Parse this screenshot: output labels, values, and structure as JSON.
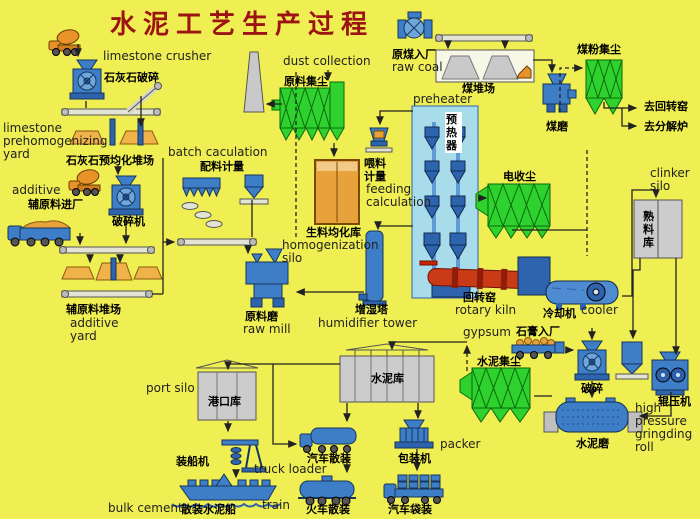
{
  "title": "水泥工艺生产过程",
  "colors": {
    "background": "#EFEE52",
    "title_red": "#9B1313",
    "machine_blue": "#3E7EC6",
    "filter_green": "#2FD12F",
    "silo_orange": "#E8A23C",
    "kiln_red": "#C93A17",
    "silo_gray": "#CCCCCC"
  },
  "nodes": {
    "limestone_crusher": {
      "en": "limestone crusher",
      "cn": "石灰石破碎"
    },
    "limestone_yard": {
      "en": "limestone prehomogenizing yard",
      "cn": "石灰石预均化堆场"
    },
    "additive": {
      "en": "additive",
      "cn": "辅原料进厂"
    },
    "crusher_machine": {
      "cn": "破碎机"
    },
    "additive_yard": {
      "en": "additive yard",
      "cn": "辅原料堆场"
    },
    "batch": {
      "en": "batch caculation",
      "cn": "配料计量"
    },
    "dust_collection": {
      "en": "dust collection",
      "cn": "原料集尘"
    },
    "raw_coal": {
      "en": "raw coal",
      "cn": "原煤入厂"
    },
    "coal_yard": {
      "cn": "煤堆场"
    },
    "coal_dust": {
      "cn": "煤粉集尘"
    },
    "coal_mill": {
      "cn": "煤磨"
    },
    "to_rotary_kiln": {
      "cn": "去回转窑"
    },
    "to_calciner": {
      "cn": "去分解炉"
    },
    "feeding": {
      "en": "feeding calculation",
      "cn": "喂料计量"
    },
    "homogenization_silo": {
      "en": "homogenization silo",
      "cn": "生料均化库"
    },
    "raw_mill": {
      "en": "raw mill",
      "cn": "原料磨"
    },
    "humidifier": {
      "en": "humidifier tower",
      "cn": "增湿塔"
    },
    "preheater": {
      "en": "preheater",
      "cn": "预热器"
    },
    "ep": {
      "cn": "电收尘"
    },
    "clinker_silo": {
      "en": "clinker silo",
      "cn": "熟料库"
    },
    "rotary_kiln": {
      "en": "rotary kiln",
      "cn": "回转窑"
    },
    "cooler": {
      "en": "cooler",
      "cn": "冷却机"
    },
    "gypsum": {
      "en": "gypsum",
      "cn": "石膏入厂"
    },
    "cement_dust": {
      "cn": "水泥集尘"
    },
    "cement_silo": {
      "cn": "水泥库"
    },
    "crushing": {
      "cn": "破碎"
    },
    "roller_press": {
      "cn": "辊压机"
    },
    "cement_mill": {
      "cn": "水泥磨"
    },
    "hpgr": {
      "en": "high pressure gringding roll"
    },
    "port_silo": {
      "en": "port silo",
      "cn": "港口库"
    },
    "ship_loader": {
      "cn": "装船机"
    },
    "bulk_cement": {
      "en": "bulk cement",
      "cn": "散装水泥船"
    },
    "truck_bulk": {
      "cn": "汽车散装"
    },
    "truck_loader": {
      "en": "truck loader"
    },
    "train_bulk": {
      "cn": "火车散装"
    },
    "train": {
      "en": "train"
    },
    "packer": {
      "en": "packer",
      "cn": "包装机"
    },
    "truck_bagged": {
      "cn": "汽车袋装"
    }
  }
}
